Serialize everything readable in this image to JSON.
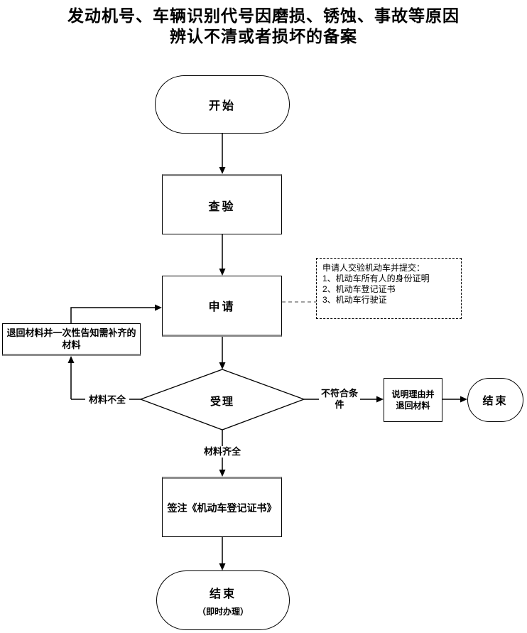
{
  "title": {
    "line1": "发动机号、车辆识别代号因磨损、锈蚀、事故等原因",
    "line2": "辨认不清或者损坏的备案"
  },
  "nodes": {
    "start": {
      "label": "开始"
    },
    "inspect": {
      "label": "查验"
    },
    "apply": {
      "label": "申请"
    },
    "review": {
      "label": "受理"
    },
    "return_materials": {
      "lines": [
        "退回材料并一次性告知需补齐的",
        "材料"
      ]
    },
    "explain_return": {
      "lines": [
        "说明理由并",
        "退回材料"
      ]
    },
    "end_right": {
      "label": "结束"
    },
    "endorse": {
      "label": "签注《机动车登记证书》"
    },
    "end_bottom": {
      "label": "结束",
      "note": "（即时办理）"
    }
  },
  "annotation": {
    "lines": [
      "申请人交验机动车并提交：",
      "1、机动车所有人的身份证明",
      "2、机动车登记证书",
      "3、机动车行驶证"
    ]
  },
  "edge_labels": {
    "materials_incomplete": "材料不全",
    "not_qualified_lines": [
      "不符合条",
      "件"
    ],
    "materials_complete": "材料齐全"
  },
  "colors": {
    "background": "#ffffff",
    "line": "#000000",
    "dashed_connector": "#808080",
    "accent_border": "#8c8c8c"
  }
}
